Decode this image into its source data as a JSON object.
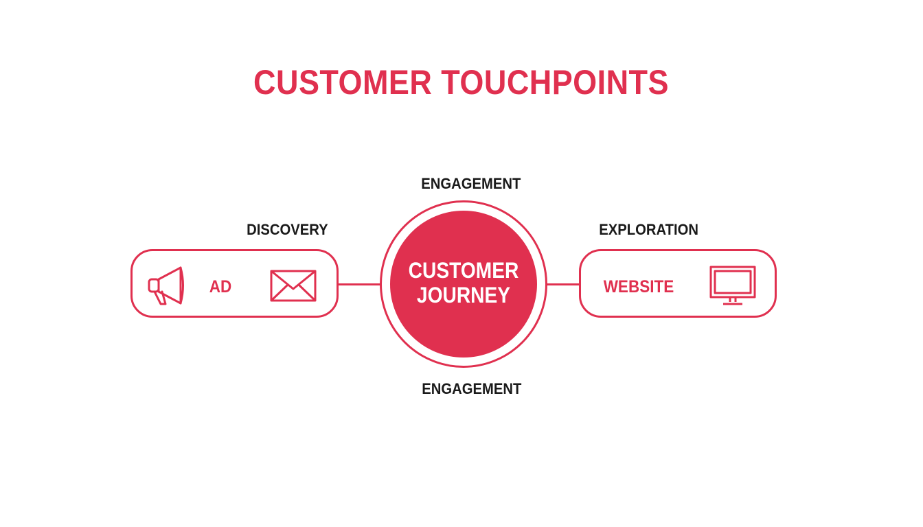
{
  "title": "CUSTOMER TOUCHPOINTS",
  "colors": {
    "accent": "#e0304f",
    "text": "#1a1a1a",
    "background": "#ffffff"
  },
  "hub": {
    "line1": "CUSTOMER",
    "line2": "JOURNEY"
  },
  "stages": {
    "top": "ENGAGEMENT",
    "bottom": "ENGAGEMENT",
    "left": "DISCOVERY",
    "right": "EXPLORATION"
  },
  "left_box": {
    "label": "AD",
    "icons": [
      "megaphone-icon",
      "envelope-icon"
    ]
  },
  "right_box": {
    "label": "WEBSITE",
    "icons": [
      "monitor-icon"
    ]
  }
}
